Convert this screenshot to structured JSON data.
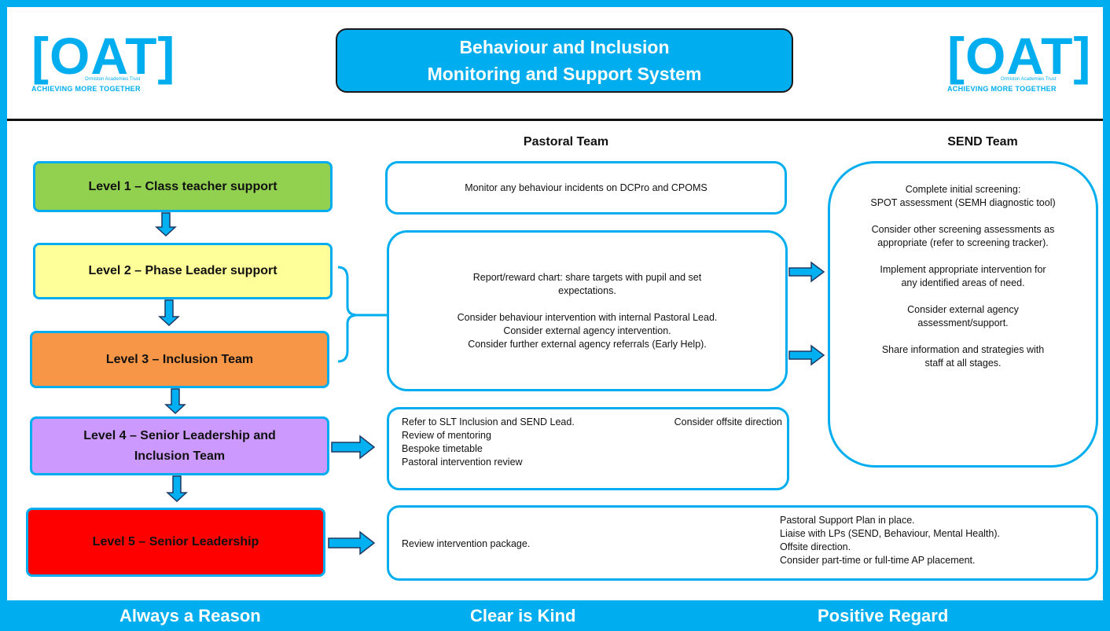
{
  "header": {
    "logo_mark": "[OAT]",
    "logo_small": "Ormiston Academies Trust",
    "logo_tagline": "ACHIEVING MORE TOGETHER",
    "title_line1": "Behaviour and Inclusion",
    "title_line2": "Monitoring and Support System"
  },
  "columns": {
    "pastoral": "Pastoral Team",
    "send": "SEND Team"
  },
  "levels": [
    {
      "label": "Level 1 – Class teacher support",
      "color": "#92d050"
    },
    {
      "label": "Level 2 – Phase Leader support",
      "color": "#ffff99"
    },
    {
      "label": "Level 3 – Inclusion Team",
      "color": "#f79646"
    },
    {
      "label_line1": "Level 4 – Senior Leadership and",
      "label_line2": "Inclusion  Team",
      "color": "#cc99ff"
    },
    {
      "label": "Level 5 – Senior Leadership",
      "color": "#ff0000"
    }
  ],
  "pastoral_boxes": {
    "box1": "Monitor any behaviour incidents on DCPro and CPOMS",
    "box2": {
      "line1": "Report/reward chart: share targets with pupil and set",
      "line2": "expectations.",
      "line3": "Consider behaviour intervention with internal Pastoral Lead.",
      "line4": "Consider external agency intervention.",
      "line5": "Consider further external agency referrals (Early Help)."
    },
    "box3": {
      "line1": "Refer to SLT Inclusion and SEND Lead.",
      "line1b": "Consider offsite direction",
      "line2": "Review of mentoring",
      "line3": "Bespoke timetable",
      "line4": "Pastoral intervention review"
    },
    "box4": {
      "left": "Review intervention package.",
      "line1": "Pastoral Support Plan in place.",
      "line2": "Liaise with LPs (SEND, Behaviour, Mental Health).",
      "line3": "Offsite direction.",
      "line4": "Consider part-time or full-time AP placement."
    }
  },
  "send_box": {
    "p1a": "Complete initial screening:",
    "p1b": "SPOT assessment (SEMH diagnostic tool)",
    "p2a": "Consider other screening assessments as",
    "p2b": "appropriate (refer to screening tracker).",
    "p3a": "Implement appropriate intervention for",
    "p3b": "any identified areas of need.",
    "p4a": "Consider external agency",
    "p4b": "assessment/support.",
    "p5a": "Share information and strategies with",
    "p5b": "staff at all stages."
  },
  "footer": {
    "left": "Always a Reason",
    "center": "Clear is Kind",
    "right": "Positive Regard"
  },
  "colors": {
    "accent": "#00aeef",
    "arrow": "#00b0f0"
  }
}
